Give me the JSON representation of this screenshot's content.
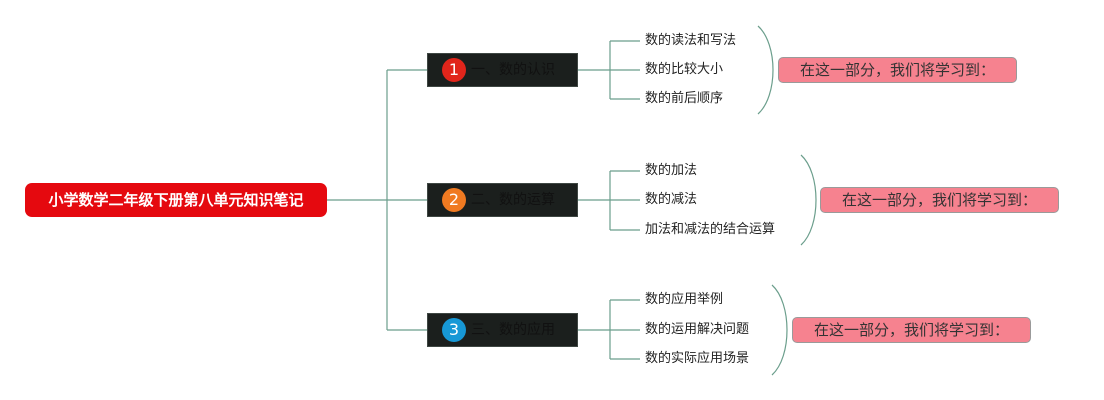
{
  "root": {
    "label": "小学数学二年级下册第八单元知识笔记"
  },
  "branches": [
    {
      "number": "1",
      "badge_color": "#e1251b",
      "label": "一、数的认识",
      "leaves": [
        "数的读法和写法",
        "数的比较大小",
        "数的前后顺序"
      ],
      "summary": "在这一部分，我们将学习到："
    },
    {
      "number": "2",
      "badge_color": "#f07a21",
      "label": "二、数的运算",
      "leaves": [
        "数的加法",
        "数的减法",
        "加法和减法的结合运算"
      ],
      "summary": "在这一部分，我们将学习到："
    },
    {
      "number": "3",
      "badge_color": "#1798d6",
      "label": "三、数的应用",
      "leaves": [
        "数的应用举例",
        "数的运用解决问题",
        "数的实际应用场景"
      ],
      "summary": "在这一部分，我们将学习到："
    }
  ],
  "colors": {
    "root_fill": "#e5090f",
    "branch_fill": "#1b1f1d",
    "connector": "#6b9e8c",
    "summary_fill": "#f6828f"
  }
}
